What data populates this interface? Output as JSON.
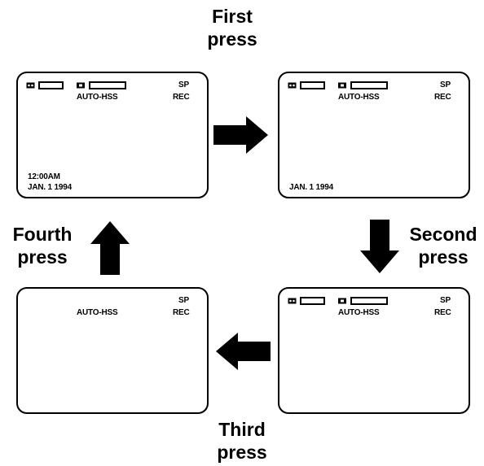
{
  "labels": {
    "first": [
      "First",
      "press"
    ],
    "second": [
      "Second",
      "press"
    ],
    "third": [
      "Third",
      "press"
    ],
    "fourth": [
      "Fourth",
      "press"
    ]
  },
  "screens": {
    "s1": {
      "sp": "SP",
      "mode": "AUTO-HSS",
      "rec": "REC",
      "time": "12:00AM",
      "date": "JAN. 1 1994"
    },
    "s2": {
      "sp": "SP",
      "mode": "AUTO-HSS",
      "rec": "REC",
      "date": "JAN. 1 1994"
    },
    "s3": {
      "sp": "SP",
      "mode": "AUTO-HSS",
      "rec": "REC"
    },
    "s4": {
      "sp": "SP",
      "mode": "AUTO-HSS",
      "rec": "REC"
    }
  },
  "icons": {
    "tape": "cassette-icon",
    "battery": "battery-icon",
    "arrow_color": "#000000"
  }
}
